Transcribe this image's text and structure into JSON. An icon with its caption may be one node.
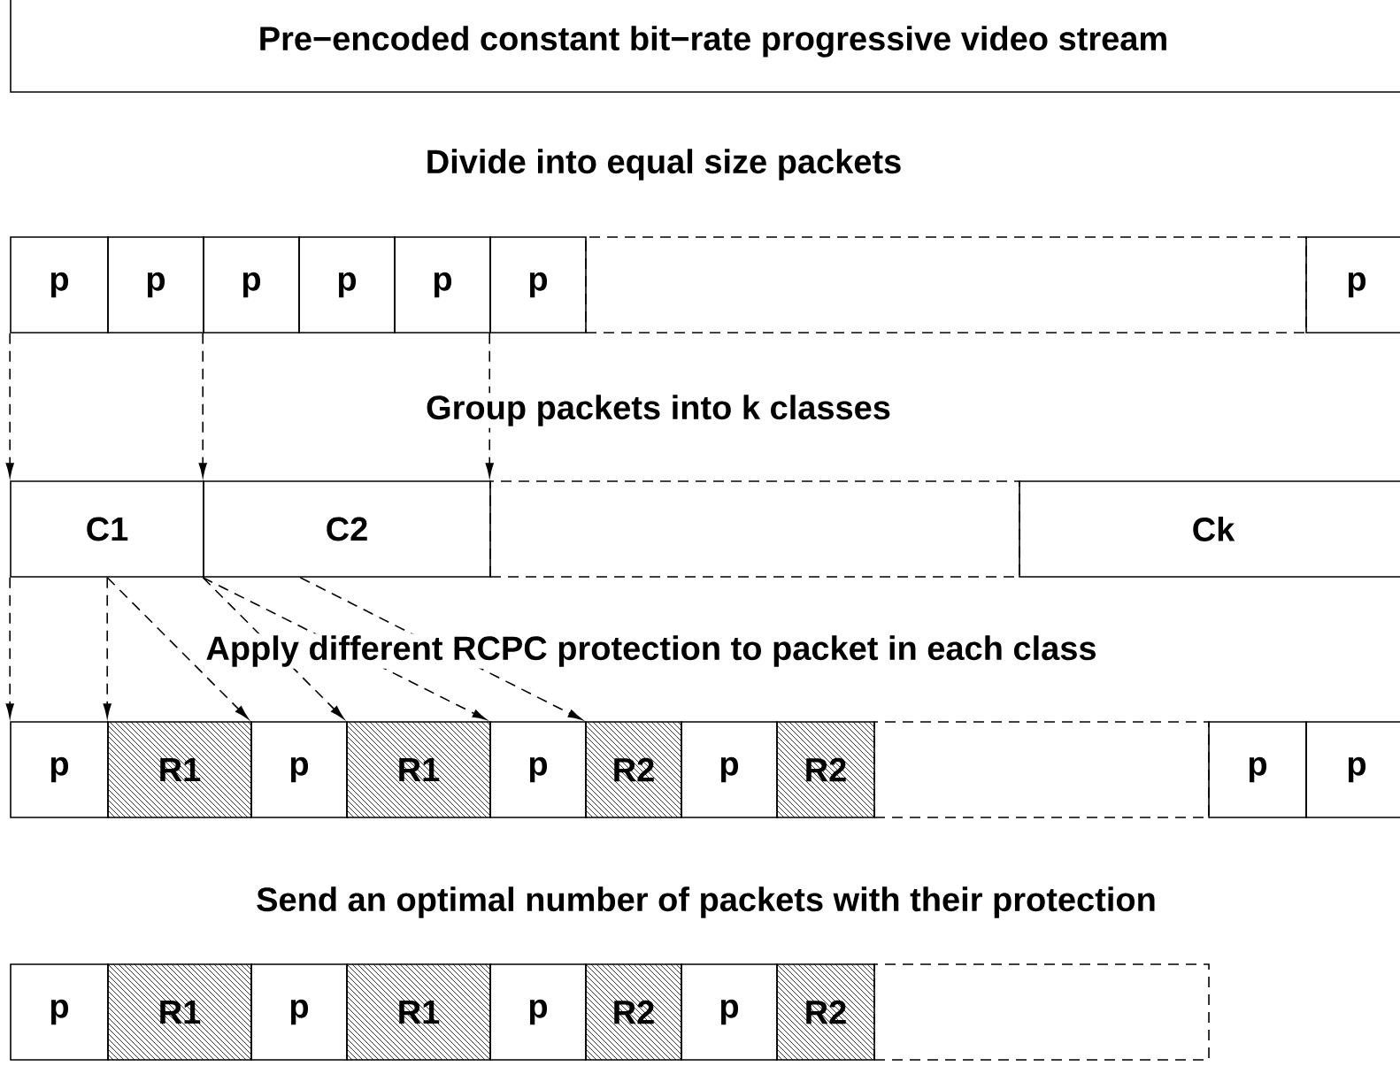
{
  "diagram": {
    "nodes": [
      {
        "text": [
          "Pre−encoded constant bit−rate progressive video stream"
        ]
      },
      {
        "text": [
          "p"
        ]
      },
      {
        "text": [
          "p"
        ]
      },
      {
        "text": [
          "p"
        ]
      },
      {
        "text": [
          "p"
        ]
      },
      {
        "text": [
          "p"
        ]
      },
      {
        "text": [
          "p"
        ]
      },
      {
        "text": [],
        "shape": "box"
      },
      {
        "text": [
          "p"
        ]
      },
      {
        "text": [
          "C1"
        ]
      },
      {
        "text": [
          "C2"
        ]
      },
      {
        "text": [],
        "shape": "box"
      },
      {
        "text": [
          "Ck"
        ]
      },
      {
        "text": [
          "p"
        ]
      },
      {
        "text": [
          "R1"
        ]
      },
      {
        "text": [
          "p"
        ]
      },
      {
        "text": [
          "R1"
        ]
      },
      {
        "text": [
          "p"
        ]
      },
      {
        "text": [
          "R2"
        ]
      },
      {
        "text": [
          "p"
        ]
      },
      {
        "text": [
          "R2"
        ]
      },
      {
        "text": [],
        "shape": "box"
      },
      {
        "text": [
          "p"
        ]
      },
      {
        "text": [
          "p"
        ]
      },
      {
        "text": [
          "p"
        ]
      },
      {
        "text": [
          "R1"
        ]
      },
      {
        "text": [
          "p"
        ]
      },
      {
        "text": [
          "R1"
        ]
      },
      {
        "text": [
          "p"
        ]
      },
      {
        "text": [
          "R2"
        ]
      },
      {
        "text": [
          "p"
        ]
      },
      {
        "text": [
          "R2"
        ]
      },
      {
        "text": [],
        "shape": "box"
      }
    ],
    "edges": [
      {
        "from": 1,
        "to": 9,
        "arrow": "to",
        "style": "dashed"
      },
      {
        "from": 3,
        "to": 10,
        "arrow": "to",
        "style": "dashed"
      },
      {
        "from": 6,
        "to": 11,
        "arrow": "to",
        "style": "dashed"
      },
      {
        "from": 9,
        "to": 13,
        "arrow": "to",
        "style": "dashed"
      },
      {
        "from": 9,
        "to": 14,
        "arrow": "to",
        "style": "dashed"
      },
      {
        "from": 9,
        "to": 15,
        "arrow": "to",
        "style": "dashed"
      },
      {
        "from": 10,
        "to": 16,
        "arrow": "to",
        "style": "dashed"
      },
      {
        "from": 10,
        "to": 17,
        "arrow": "to",
        "style": "dashed"
      },
      {
        "from": 10,
        "to": 18,
        "arrow": "to",
        "style": "dashed"
      }
    ],
    "labels": [
      "Divide into equal size packets",
      "Group packets into k classes",
      "Apply different RCPC protection to packet in each class",
      "Send an optimal number of packets with their protection"
    ]
  }
}
